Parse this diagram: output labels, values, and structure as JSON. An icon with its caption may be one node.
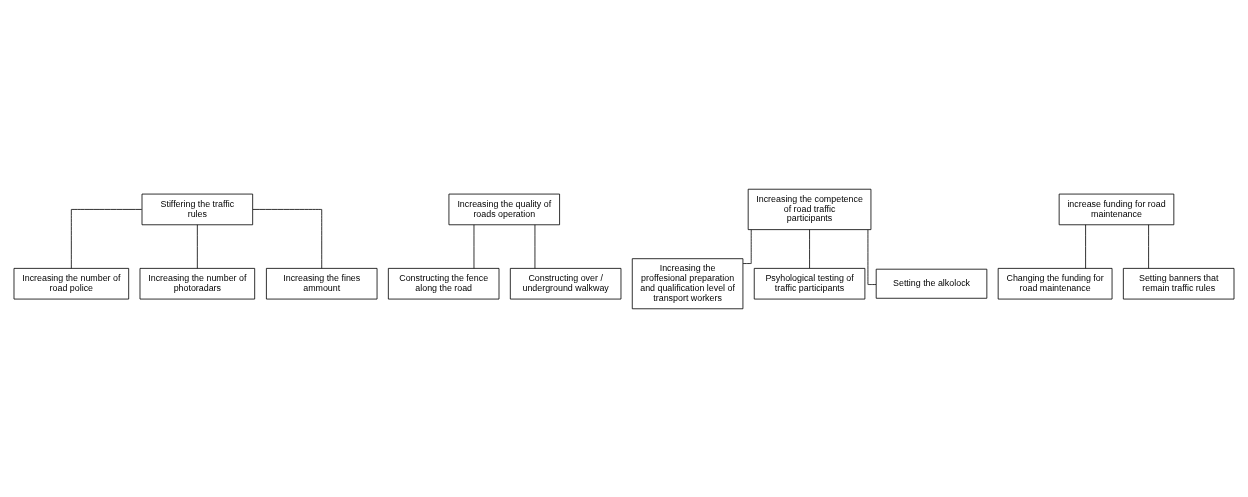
{
  "diagram": {
    "nodes": [
      {
        "text": [
          "Stiffering the traffic rules"
        ]
      },
      {
        "text": [
          "Increasing the number of road police"
        ]
      },
      {
        "text": [
          "Increasing the number of photoradars"
        ]
      },
      {
        "text": [
          "Increasing the fines ammount"
        ]
      },
      {
        "text": [
          "Increasing the quality of roads operation"
        ]
      },
      {
        "text": [
          "Constructing the fence along the road"
        ]
      },
      {
        "text": [
          "Constructing over / underground walkway"
        ]
      },
      {
        "text": [
          "Increasing the competence of road traffic participants"
        ]
      },
      {
        "text": [
          "Increasing the proffesional preparation and qualification level of transport workers"
        ]
      },
      {
        "text": [
          "Psyhological testing of traffic participants"
        ]
      },
      {
        "text": [
          "Setting the alkolock"
        ]
      },
      {
        "text": [
          "increase funding for road maintenance"
        ]
      },
      {
        "text": [
          "Changing the funding for road maintenance"
        ]
      },
      {
        "text": [
          "Setting banners that remain traffic rules"
        ]
      }
    ],
    "edges": [
      {
        "from": 0,
        "to": 1,
        "arrow": "none"
      },
      {
        "from": 0,
        "to": 2,
        "arrow": "none"
      },
      {
        "from": 0,
        "to": 3,
        "arrow": "none"
      },
      {
        "from": 4,
        "to": 5,
        "arrow": "none"
      },
      {
        "from": 4,
        "to": 6,
        "arrow": "none"
      },
      {
        "from": 7,
        "to": 8,
        "arrow": "none"
      },
      {
        "from": 7,
        "to": 9,
        "arrow": "none"
      },
      {
        "from": 7,
        "to": 10,
        "arrow": "none"
      },
      {
        "from": 11,
        "to": 12,
        "arrow": "none"
      },
      {
        "from": 11,
        "to": 13,
        "arrow": "none"
      }
    ]
  }
}
